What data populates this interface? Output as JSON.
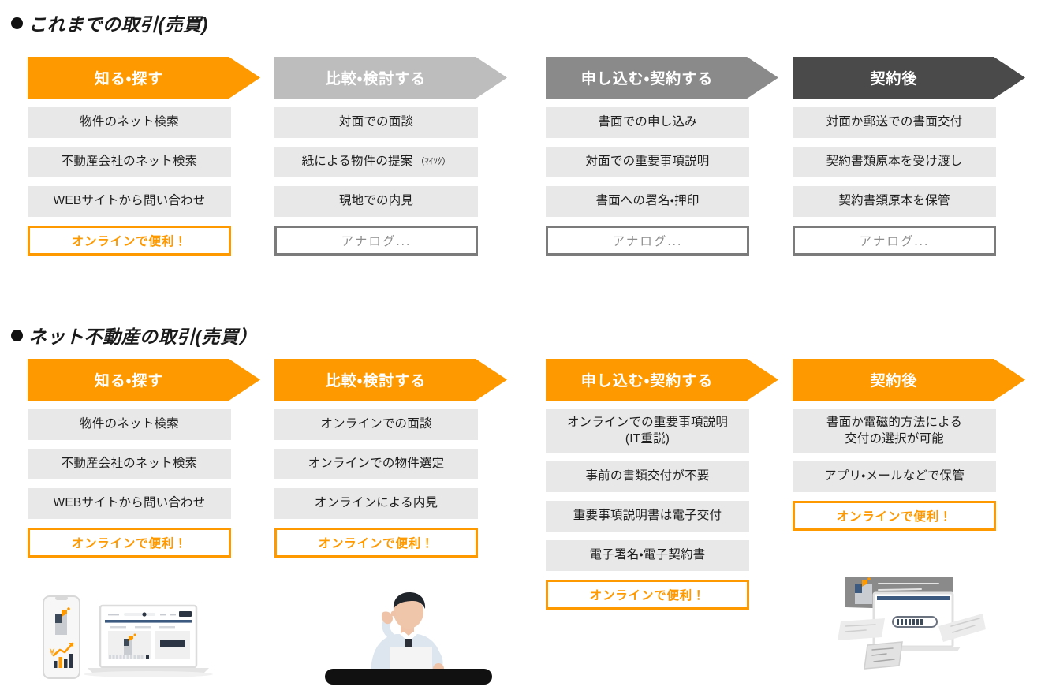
{
  "colors": {
    "orange": "#ff9900",
    "gray_light": "#bdbdbd",
    "gray_mid": "#8a8a8a",
    "gray_dark": "#4a4a4a",
    "box_bg": "#e8e8e8",
    "analog_border": "#7b7b7b"
  },
  "sections": [
    {
      "heading": "これまでの取引(売買)",
      "columns": [
        {
          "stage": "知る・探す",
          "arrow_color": "#ff9900",
          "items": [
            {
              "text": "物件のネット検索"
            },
            {
              "text": "不動産会社のネット検索"
            },
            {
              "text": "WEBサイトから問い合わせ"
            }
          ],
          "tag": {
            "label": "オンラインで便利！",
            "kind": "online"
          }
        },
        {
          "stage": "比較・検討する",
          "arrow_color": "#bdbdbd",
          "items": [
            {
              "text": "対面での面談"
            },
            {
              "text": "紙による物件の提案",
              "sub": "（ﾏｲｿｸ）"
            },
            {
              "text": "現地での内見"
            }
          ],
          "tag": {
            "label": "アナログ...",
            "kind": "analog"
          }
        },
        {
          "stage": "申し込む・契約する",
          "arrow_color": "#8a8a8a",
          "items": [
            {
              "text": "書面での申し込み"
            },
            {
              "text": "対面での重要事項説明"
            },
            {
              "text": "書面への署名・押印"
            }
          ],
          "tag": {
            "label": "アナログ...",
            "kind": "analog"
          }
        },
        {
          "stage": "契約後",
          "arrow_color": "#4a4a4a",
          "items": [
            {
              "text": "対面か郵送での書面交付"
            },
            {
              "text": "契約書類原本を受け渡し"
            },
            {
              "text": "契約書類原本を保管"
            }
          ],
          "tag": {
            "label": "アナログ...",
            "kind": "analog"
          }
        }
      ]
    },
    {
      "heading": "ネット不動産の取引(売買）",
      "columns": [
        {
          "stage": "知る・探す",
          "arrow_color": "#ff9900",
          "items": [
            {
              "text": "物件のネット検索"
            },
            {
              "text": "不動産会社のネット検索"
            },
            {
              "text": "WEBサイトから問い合わせ"
            }
          ],
          "tag": {
            "label": "オンラインで便利！",
            "kind": "online"
          }
        },
        {
          "stage": "比較・検討する",
          "arrow_color": "#ff9900",
          "items": [
            {
              "text": "オンラインでの面談"
            },
            {
              "text": "オンラインでの物件選定"
            },
            {
              "text": "オンラインによる内見"
            }
          ],
          "tag": {
            "label": "オンラインで便利！",
            "kind": "online"
          }
        },
        {
          "stage": "申し込む・契約する",
          "arrow_color": "#ff9900",
          "items": [
            {
              "text": "オンラインでの重要事項説明\n(IT重説)",
              "tall": true
            },
            {
              "text": "事前の書類交付が不要"
            },
            {
              "text": "重要事項説明書は電子交付"
            },
            {
              "text": "電子署名・電子契約書"
            }
          ],
          "tag": {
            "label": "オンラインで便利！",
            "kind": "online"
          }
        },
        {
          "stage": "契約後",
          "arrow_color": "#ff9900",
          "items": [
            {
              "text": "書面か電磁的方法による\n交付の選択が可能",
              "tall": true
            },
            {
              "text": "アプリ・メールなどで保管"
            }
          ],
          "tag": {
            "label": "オンラインで便利！",
            "kind": "online"
          }
        }
      ]
    }
  ],
  "illustrations": [
    {
      "name": "smartphone-and-laptop-illustration"
    },
    {
      "name": "businessman-on-phone-with-laptop-illustration"
    },
    {
      "name": "documents-into-computer-illustration"
    }
  ]
}
